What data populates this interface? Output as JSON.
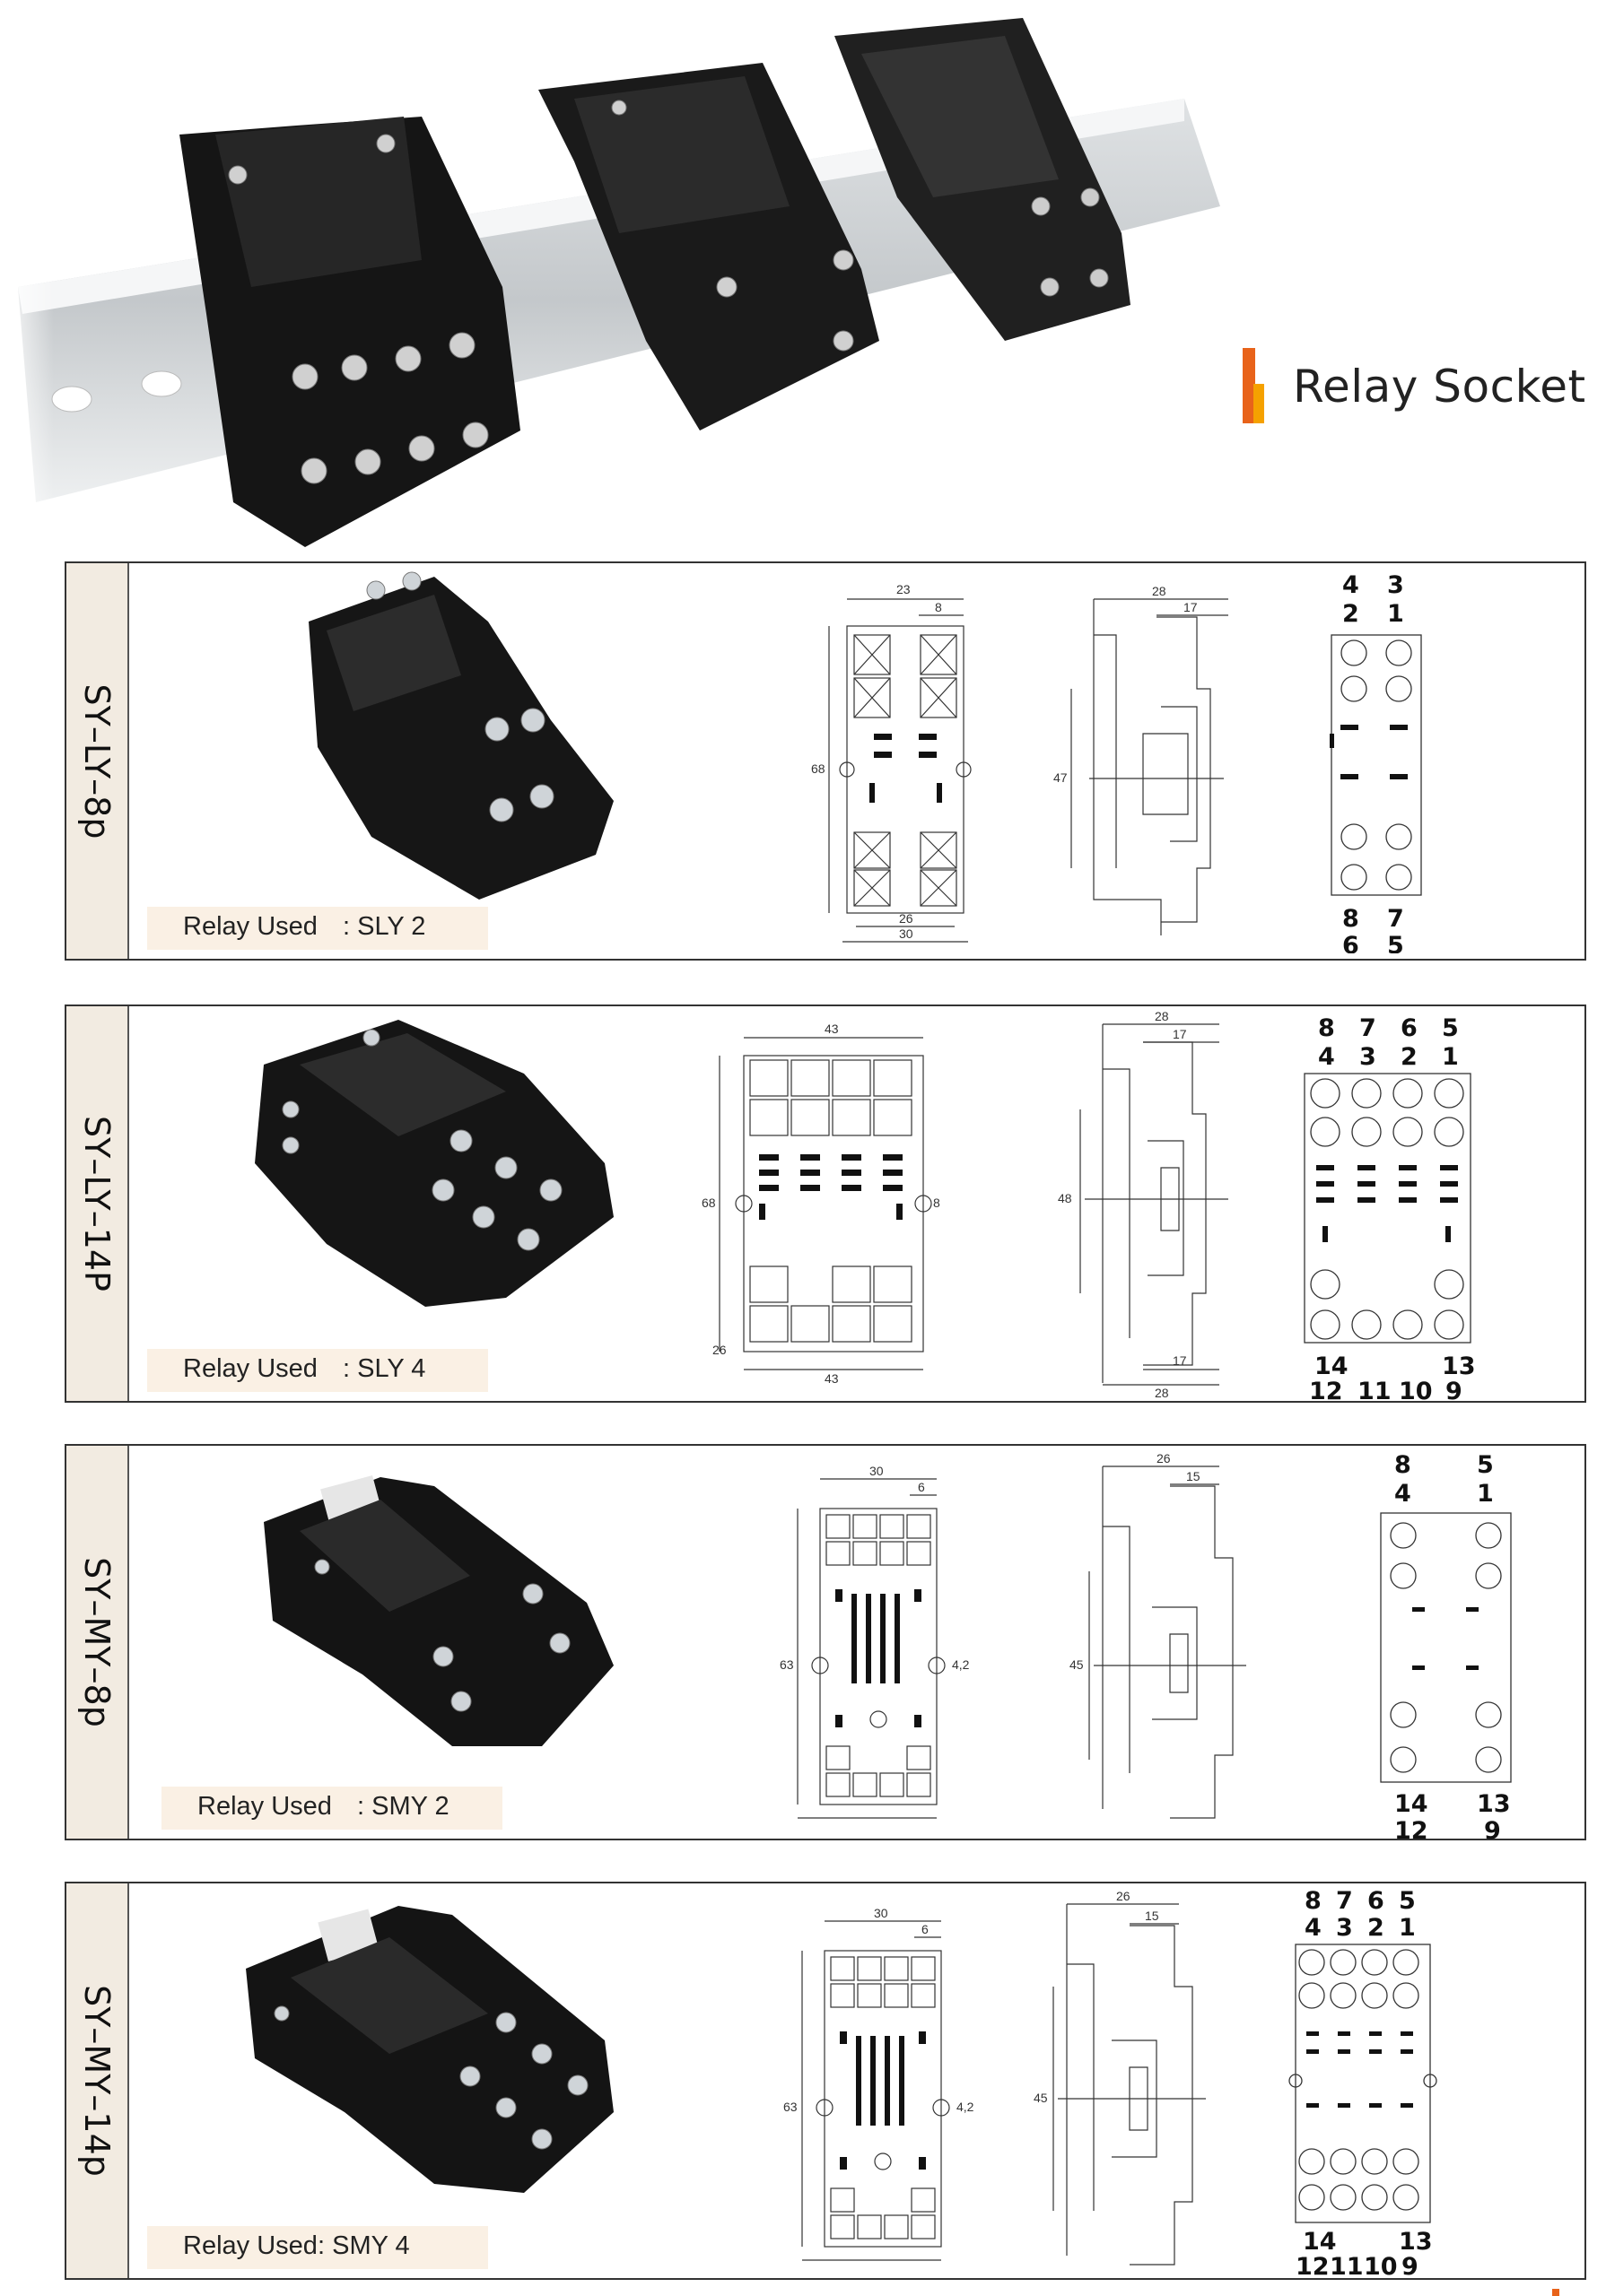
{
  "header": {
    "title": "Relay Socket",
    "brand_colors": [
      "#e8631a",
      "#f5a100"
    ]
  },
  "products": [
    {
      "model": "SY–LY–8p",
      "relay_used_label": "Relay Used",
      "relay_used_value": ": SLY 2",
      "dims": {
        "top_w": "23",
        "top_pitch": "8",
        "height": "68",
        "bottom_inner": "26",
        "bottom_w": "30",
        "side_w": "28",
        "side_inner": "17",
        "side_h": "47"
      },
      "pins_top": [
        "4",
        "3",
        "2",
        "1"
      ],
      "pins_bottom": [
        "8",
        "7",
        "6",
        "5"
      ]
    },
    {
      "model": "SY–LY–14P",
      "relay_used_label": "Relay Used",
      "relay_used_value": ": SLY 4",
      "dims": {
        "top_w": "43",
        "height": "68",
        "pitch": "8",
        "offset": "26",
        "bottom_w": "43",
        "side_w": "28",
        "side_inner": "17",
        "side_h": "48",
        "side_inner_b": "17",
        "side_w_b": "28"
      },
      "pins_top": [
        "8",
        "7",
        "6",
        "5",
        "4",
        "3",
        "2",
        "1"
      ],
      "pins_bottom": [
        "14",
        "13",
        "12",
        "11",
        "10",
        "9"
      ]
    },
    {
      "model": "SY–MY–8p",
      "relay_used_label": "Relay Used",
      "relay_used_value": ": SMY 2",
      "dims": {
        "top_w": "30",
        "top_pitch": "6",
        "height": "63",
        "pitch": "4,2",
        "side_w": "26",
        "side_inner": "15",
        "side_h": "45"
      },
      "pins_top": [
        "8",
        "5",
        "4",
        "1"
      ],
      "pins_bottom": [
        "14",
        "13",
        "12",
        "9"
      ]
    },
    {
      "model": "SY–MY–14p",
      "relay_used_label": "Relay Used",
      "relay_used_value": ": SMY 4",
      "dims": {
        "top_w": "30",
        "top_pitch": "6",
        "height": "63",
        "pitch": "4,2",
        "side_w": "26",
        "side_inner": "15",
        "side_h": "45"
      },
      "pins_top": [
        "8",
        "7",
        "6",
        "5",
        "4",
        "3",
        "2",
        "1"
      ],
      "pins_bottom": [
        "14",
        "13",
        "12",
        "11",
        "10",
        "9"
      ]
    }
  ]
}
